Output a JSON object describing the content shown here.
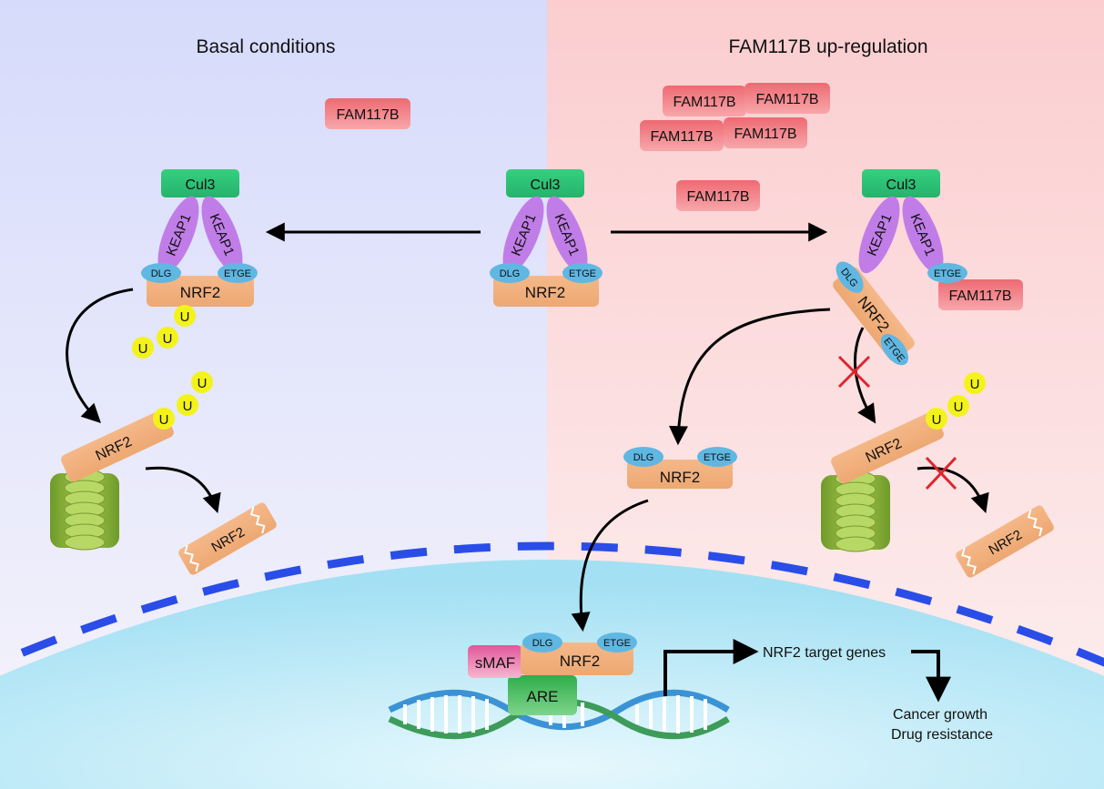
{
  "panels": {
    "left_title": "Basal conditions",
    "right_title": "FAM117B up-regulation"
  },
  "colors": {
    "left_bg": "#d9defb",
    "right_bg": "#fcd3d3",
    "nucleus": "#a9e3f4",
    "nuclear_envelope": "#2d4ee8",
    "cul3": "#2ec67c",
    "keap1": "#c17ee8",
    "nrf2": "#f0b27e",
    "domain": "#5fb7e2",
    "fam117b": "#ec6b73",
    "ubiquitin": "#f2f21a",
    "proteasome": "#8fb43b",
    "smaf": "#e05a96",
    "are": "#35b34d",
    "inhibit": "#e0242c"
  },
  "labels": {
    "cul3": "Cul3",
    "keap1": "KEAP1",
    "nrf2": "NRF2",
    "dlg": "DLG",
    "etge": "ETGE",
    "fam117b": "FAM117B",
    "ubiquitin": "U",
    "smaf": "sMAF",
    "are": "ARE",
    "target_genes": "NRF2 target genes",
    "outcome_1": "Cancer growth",
    "outcome_2": "Drug resistance"
  }
}
